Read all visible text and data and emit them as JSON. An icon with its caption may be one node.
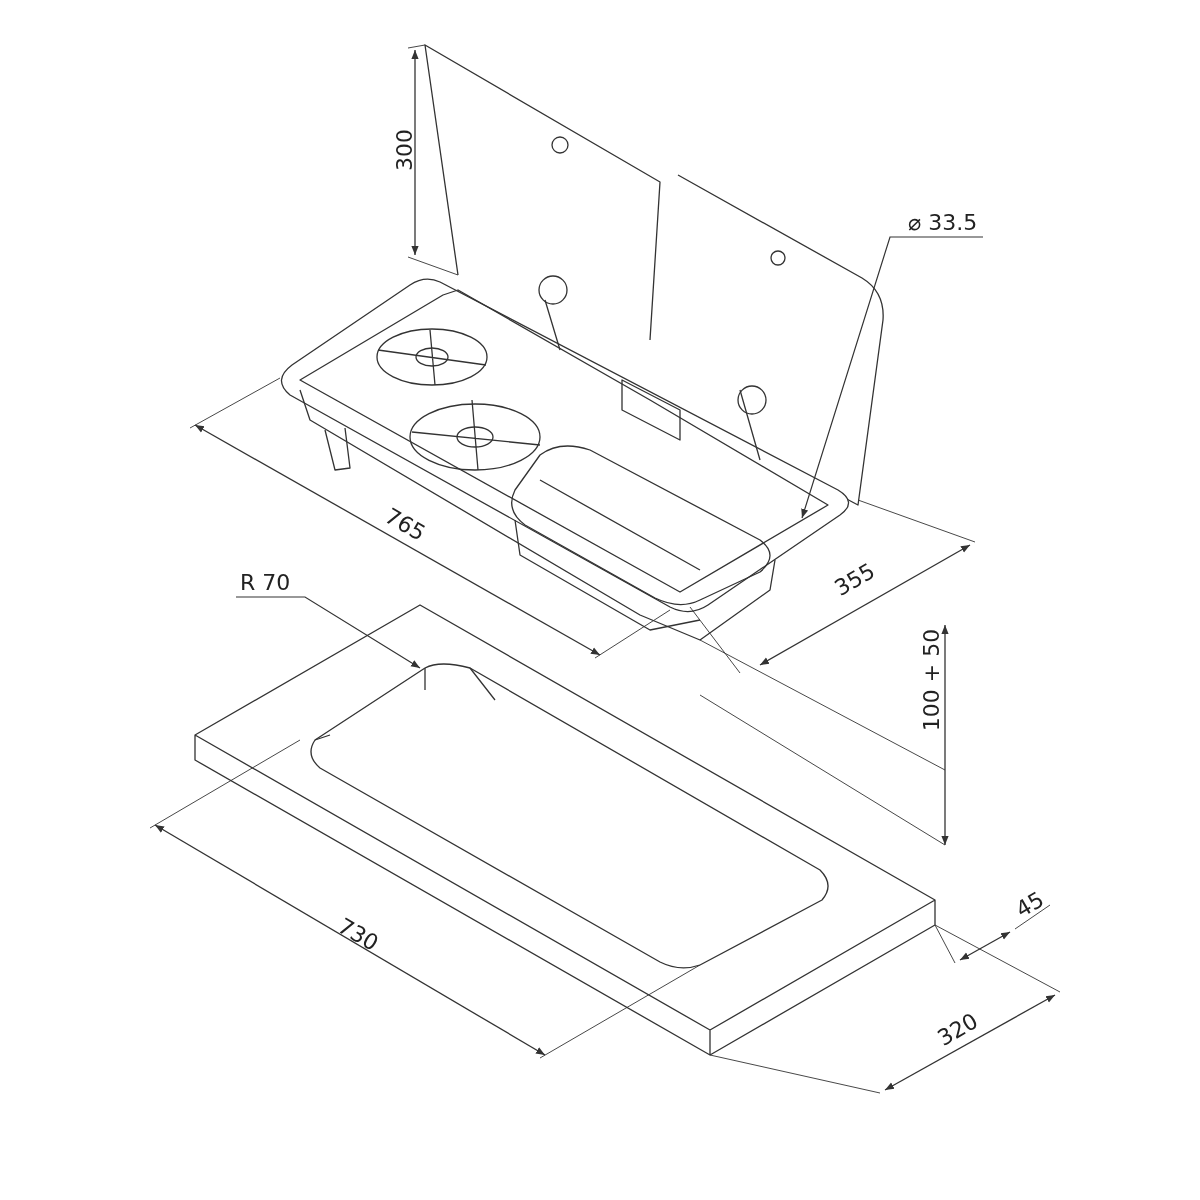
{
  "diagram": {
    "nodes": [
      {
        "text": [
          "⌀ 33.5"
        ]
      },
      {
        "text": [
          "R 70"
        ]
      }
    ],
    "edges": [
      {
        "from": 0,
        "to": null,
        "arrow": "to"
      },
      {
        "from": 1,
        "to": null,
        "arrow": "to"
      }
    ],
    "labels": [
      "300",
      "765",
      "355",
      "100 + 50",
      "730",
      "45",
      "320"
    ]
  }
}
